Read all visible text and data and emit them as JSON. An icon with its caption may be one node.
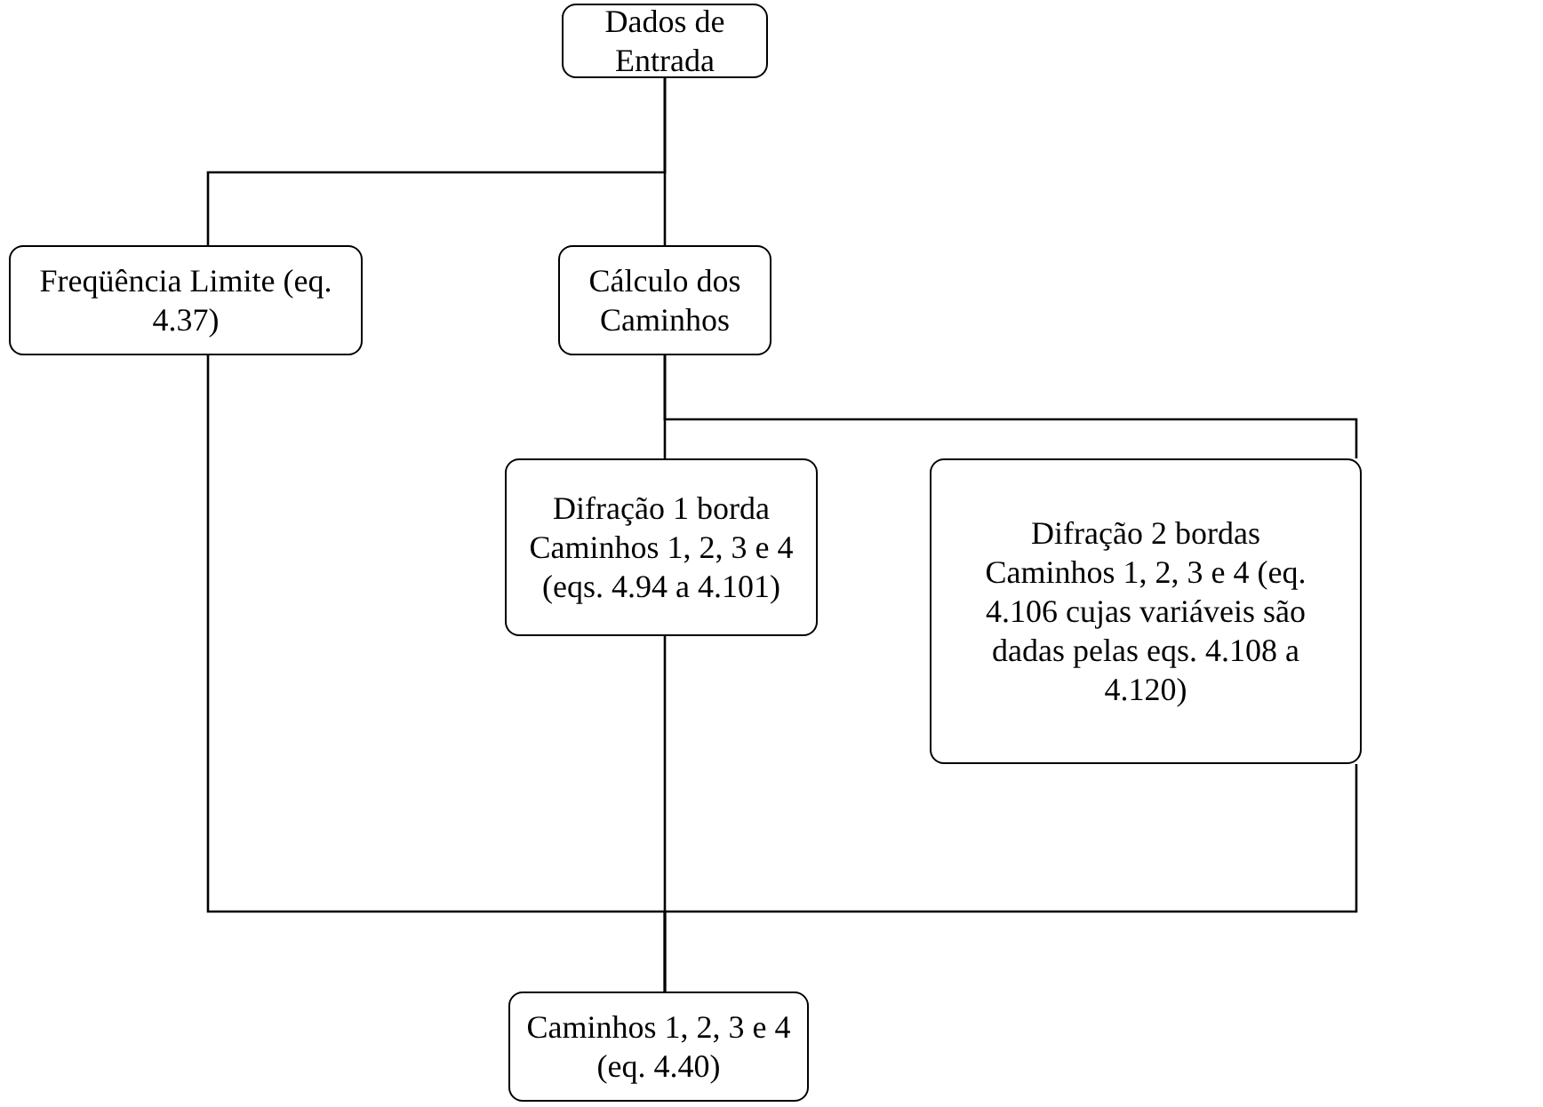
{
  "diagram": {
    "nodes": [
      {
        "text": [
          "Dados de Entrada"
        ]
      },
      {
        "text": [
          "Freqüência Limite (eq. 4.37)"
        ]
      },
      {
        "text": [
          "Cálculo dos Caminhos"
        ]
      },
      {
        "text": [
          "Difração 1 borda Caminhos 1, 2, 3 e 4 (eqs. 4.94 a 4.101)"
        ]
      },
      {
        "text": [
          "Difração 2 bordas Caminhos 1, 2, 3 e 4 (eq. 4.106 cujas variáveis são dadas pelas eqs. 4.108 a 4.120)"
        ]
      },
      {
        "text": [
          "Caminhos 1, 2, 3 e 4 (eq. 4.40)"
        ]
      }
    ],
    "edges": [
      {
        "from": 0,
        "to": 1,
        "arrow": "none"
      },
      {
        "from": 0,
        "to": 2,
        "arrow": "none"
      },
      {
        "from": 2,
        "to": 3,
        "arrow": "none"
      },
      {
        "from": 2,
        "to": 4,
        "arrow": "none"
      },
      {
        "from": 1,
        "to": 5,
        "arrow": "none"
      },
      {
        "from": 3,
        "to": 5,
        "arrow": "none"
      },
      {
        "from": 4,
        "to": 5,
        "arrow": "none"
      }
    ]
  }
}
